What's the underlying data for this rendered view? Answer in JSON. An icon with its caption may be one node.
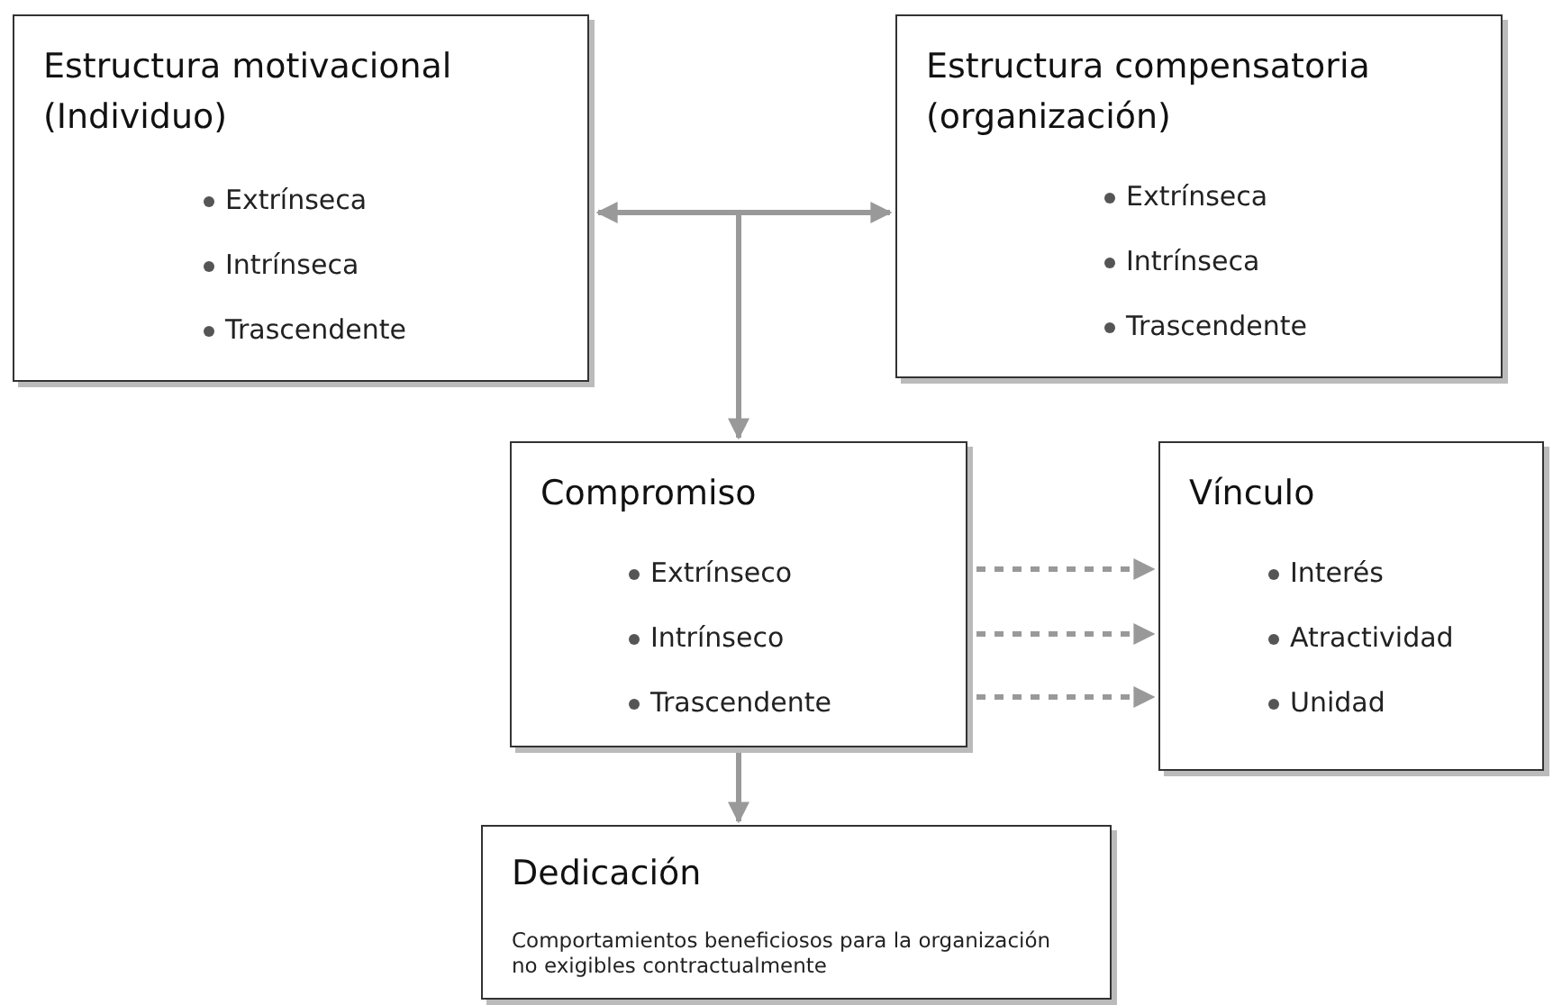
{
  "diagram": {
    "nodes": [
      {
        "text": [
          "Estructura motivacional (Individuo)",
          "Extrínseca",
          "Intrínseca",
          "Trascendente"
        ]
      },
      {
        "text": [
          "Estructura compensatoria (organización)",
          "Extrínseca",
          "Intrínseca",
          "Trascendente"
        ]
      },
      {
        "text": [
          "Compromiso",
          "Extrínseco",
          "Intrínseco",
          "Trascendente"
        ]
      },
      {
        "text": [
          "Vínculo",
          "Interés",
          "Atractividad",
          "Unidad"
        ]
      },
      {
        "text": [
          "Dedicación",
          "Comportamientos beneficiosos para la organización no exigibles contractualmente"
        ]
      }
    ],
    "edges": [
      {
        "from": 0,
        "to": 1,
        "arrow": "both"
      },
      {
        "from": 0,
        "to": 2,
        "arrow": "to"
      },
      {
        "from": 1,
        "to": 2,
        "arrow": "to"
      },
      {
        "from": 2,
        "to": 3,
        "arrow": "to",
        "style": "dashed"
      },
      {
        "from": 2,
        "to": 3,
        "arrow": "to",
        "style": "dashed"
      },
      {
        "from": 2,
        "to": 3,
        "arrow": "to",
        "style": "dashed"
      },
      {
        "from": 2,
        "to": 4,
        "arrow": "to"
      }
    ]
  }
}
